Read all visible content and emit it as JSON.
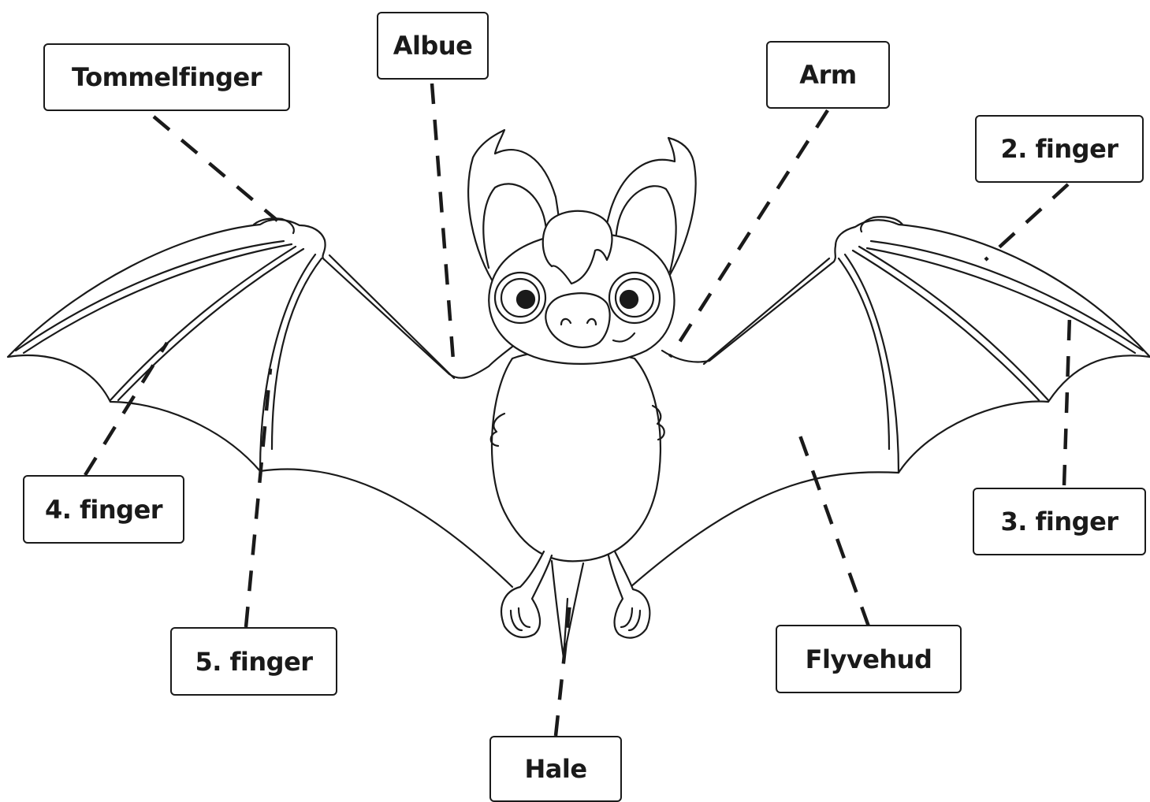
{
  "labels": {
    "tommelfinger": "Tommelfinger",
    "albue": "Albue",
    "arm": "Arm",
    "finger2": "2. finger",
    "finger3": "3. finger",
    "finger4": "4. finger",
    "finger5": "5. finger",
    "flyvehud": "Flyvehud",
    "hale": "Hale"
  },
  "colors": {
    "line": "#1a1a1a",
    "background": "#ffffff"
  }
}
